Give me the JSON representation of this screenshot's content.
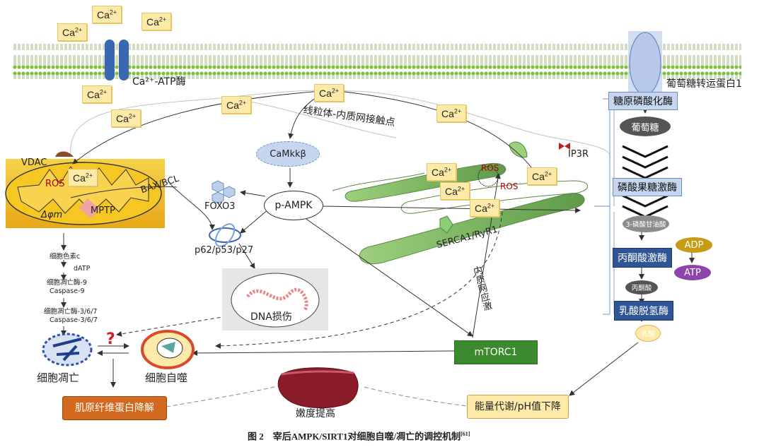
{
  "membrane": {
    "ca_labels": [
      "Ca2+",
      "Ca2+",
      "Ca2+",
      "Ca2+",
      "Ca2+",
      "Ca2+",
      "Ca2+"
    ],
    "atpase_label": "Ca²⁺-ATP酶",
    "glut_label": "葡萄糖转运蛋白1"
  },
  "mito": {
    "vdac": "VDAC",
    "ros": "ROS",
    "mptp": "MPTP",
    "potential": "Δφm",
    "bax_bcl": "BAX/BCL",
    "ca": "Ca2+"
  },
  "center": {
    "mam": "线粒体-内质网接触点",
    "camkk": "CaMkkβ",
    "pampk": "p-AMPK",
    "foxo3": "FOXO3",
    "p62": "p62/p53/p27",
    "dna": "DNA损伤",
    "mtorc1": "mTORC1",
    "er_stress": "内质网应激"
  },
  "er": {
    "ip3r": "IP3R",
    "ros": "ROS",
    "serca": "SERCA1/RyR1",
    "ca1": "Ca2+",
    "ca2": "Ca2+",
    "ca3": "Ca2+",
    "ca4": "Ca2+"
  },
  "glycolysis": {
    "glycogen_phosphorylase": "糖原磷酸化酶",
    "glucose": "葡萄糖",
    "pfk": "磷酸果糖激酶",
    "g3p": "3-磷酸甘油酸",
    "pyruvate_kinase": "丙酮酸激酶",
    "adp": "ADP",
    "atp": "ATP",
    "pyruvate": "丙酮酸",
    "ldh": "乳酸脱氢酶",
    "lactate": "乳酸"
  },
  "apoptosis_cascade": {
    "cytc": "细胞色素c",
    "datp": "dATP",
    "casp9_cn": "细胞凋亡酶-9",
    "casp9": "Caspase-9",
    "casp367_cn": "细胞凋亡酶-3/6/7",
    "casp367": "Caspase-3/6/7"
  },
  "bottom": {
    "apoptosis": "细胞凋亡",
    "autophagy": "细胞自噬",
    "question": "?",
    "myofibril": "肌原纤维蛋白降解",
    "tender": "嫩度提高",
    "energy": "能量代谢/pH值下降"
  },
  "caption": {
    "fig": "图 2",
    "text": "宰后AMPK/SIRT1对细胞自噬/凋亡的调控机制",
    "ref": "[61]"
  },
  "colors": {
    "membrane": "#8cc44a",
    "mito_fill": "#f2c21c",
    "er_fill": "#7fb86b",
    "box_blue": "#c6d6ee",
    "box_dark": "#2f5597",
    "orange": "#d2691e",
    "green_box": "#3c8a2e"
  }
}
